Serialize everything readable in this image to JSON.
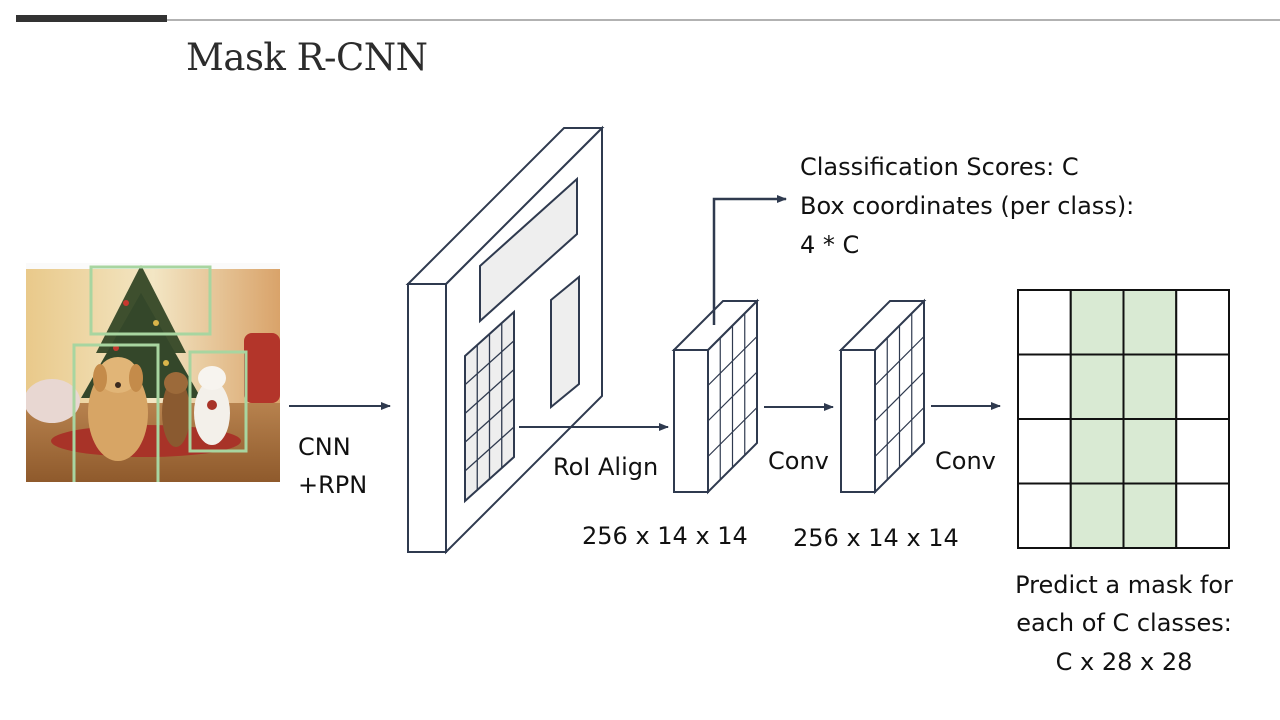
{
  "slide": {
    "title": "Mask R-CNN"
  },
  "diagram": {
    "cnn_label": "CNN",
    "rpn_label": "+RPN",
    "roi_align_label": "RoI Align",
    "conv_label_1": "Conv",
    "conv_label_2": "Conv",
    "dims_1": "256 x 14 x 14",
    "dims_2": "256 x 14 x 14",
    "output_line_1": "Classification Scores: C",
    "output_line_2": "Box coordinates (per class):",
    "output_line_3": "4 * C",
    "mask_line_1": "Predict a mask for",
    "mask_line_2": "each of C classes:",
    "mask_line_3": "C x 28 x 28",
    "mask_grid": {
      "rows": 4,
      "cols": 4,
      "highlighted_cols": [
        1,
        2
      ],
      "highlight_color": "#d9ead3"
    }
  },
  "colors": {
    "stroke": "#2f3a4f",
    "title_rule": "#333333",
    "box_green": "#a8d5a0",
    "feature_box_fill": "#eeeeee"
  }
}
